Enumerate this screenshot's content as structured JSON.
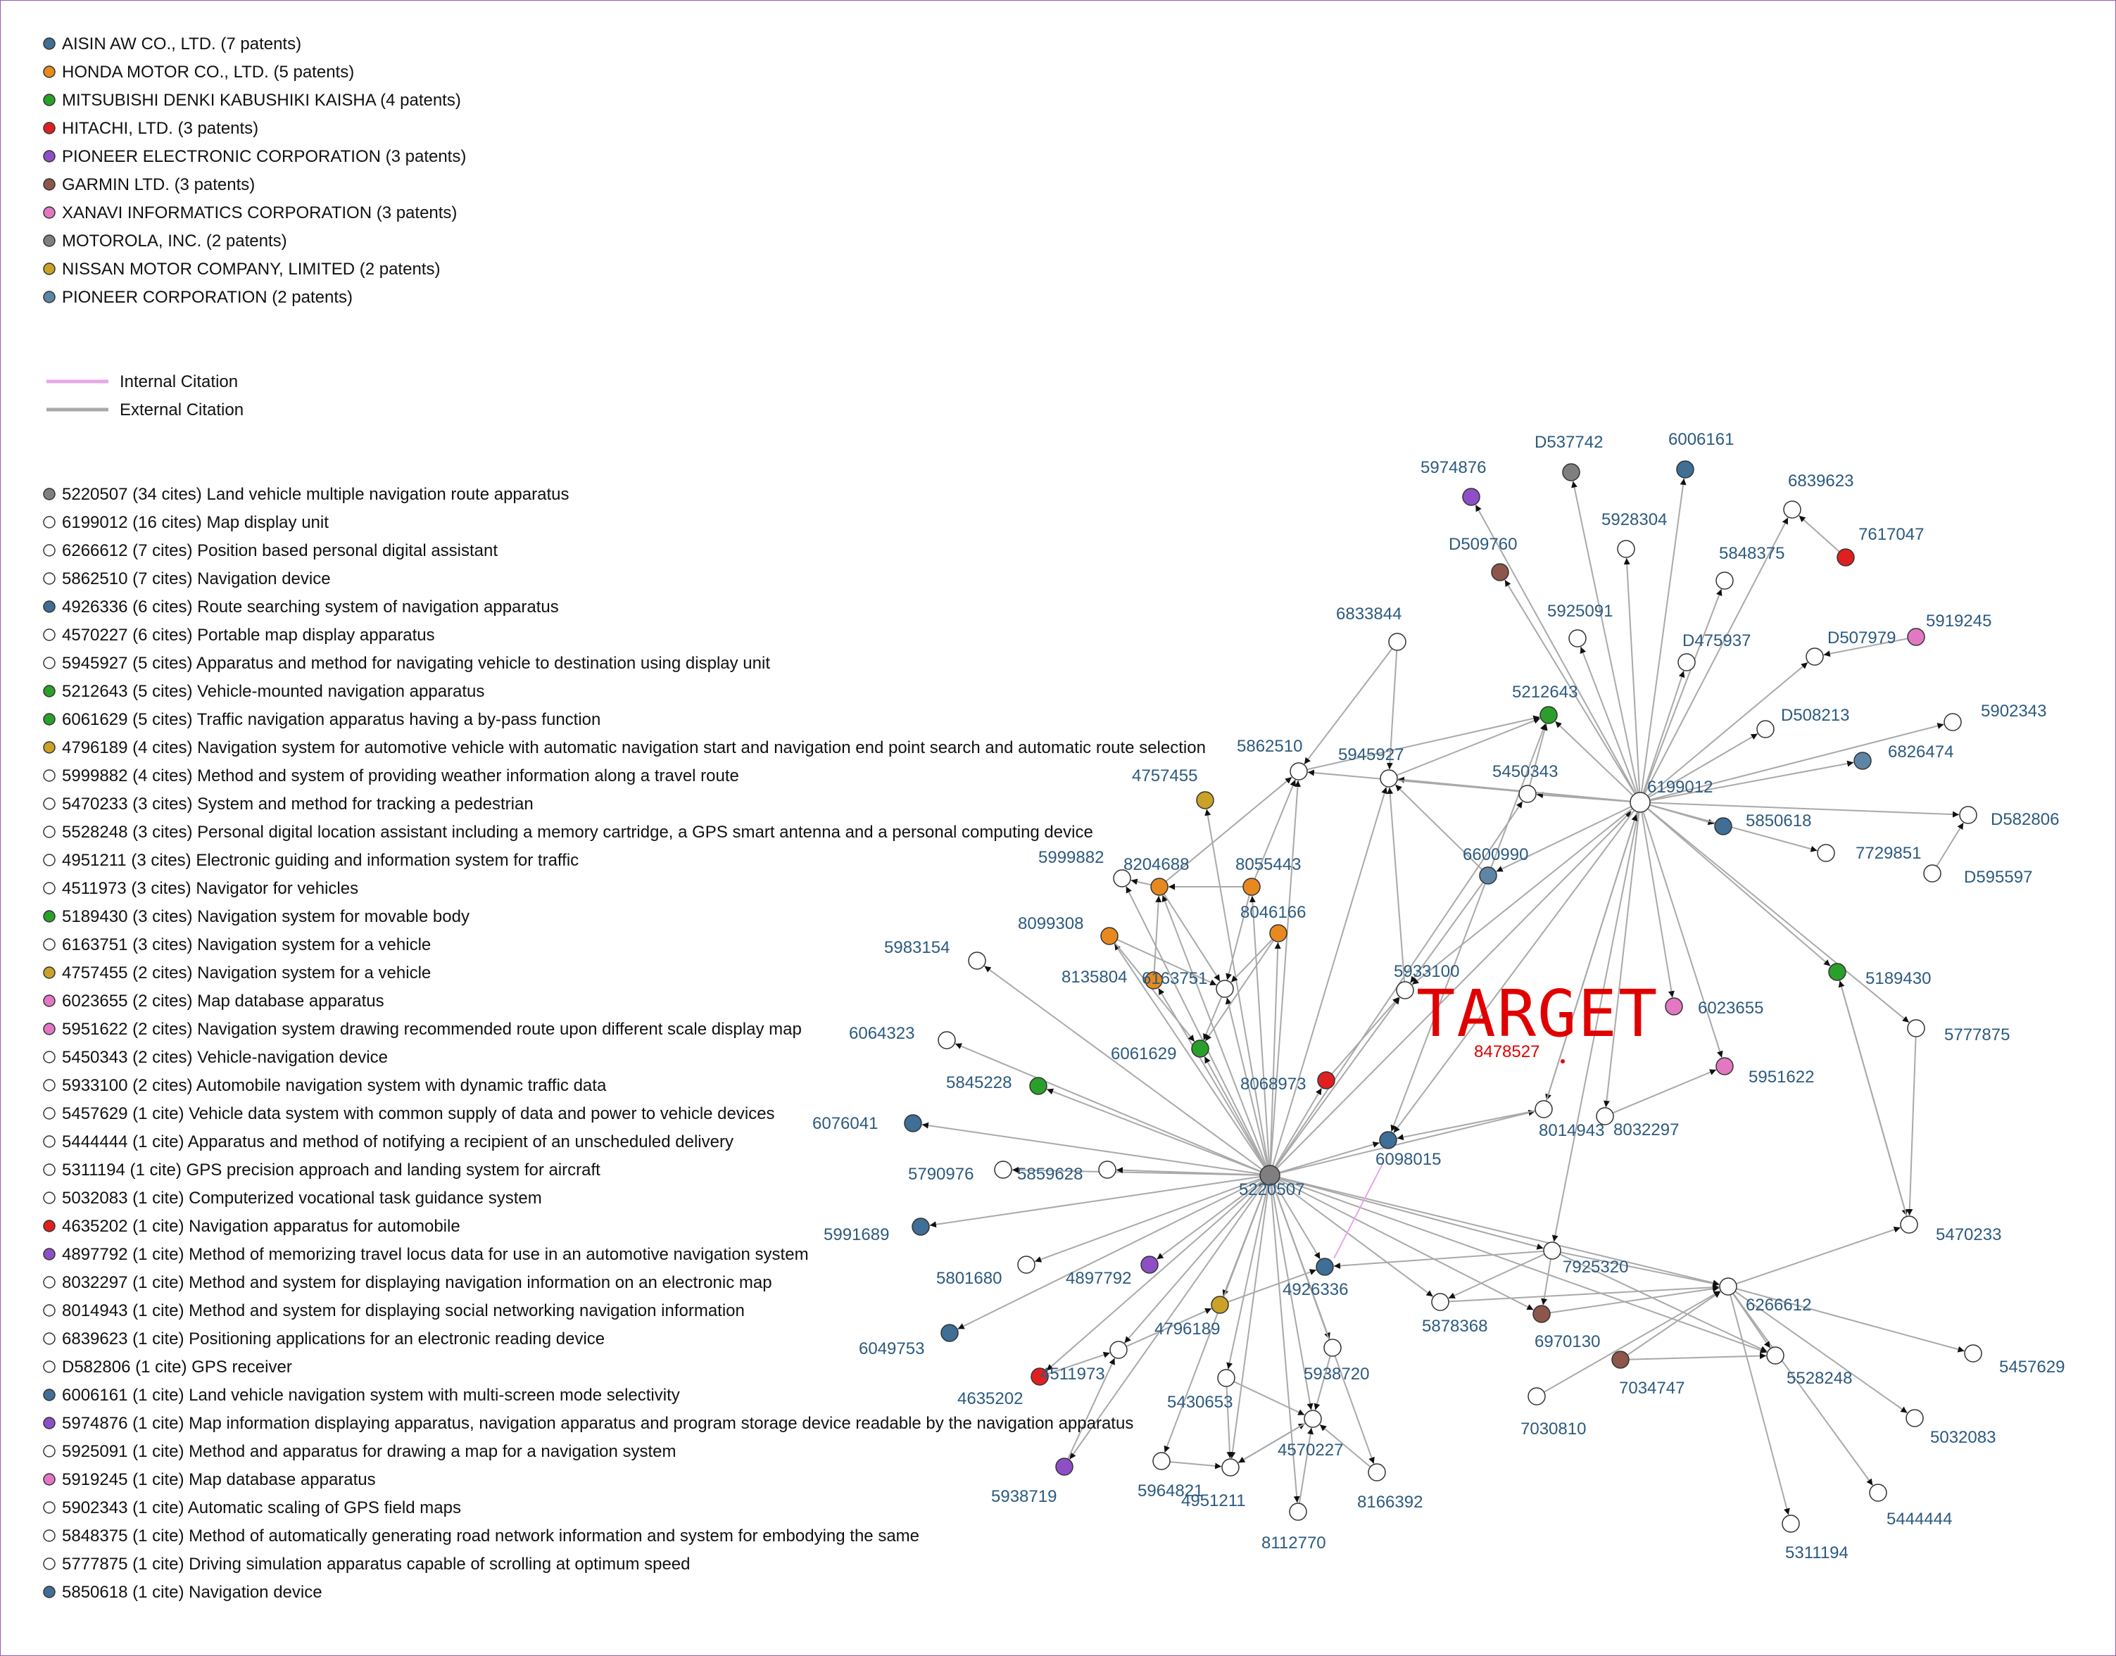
{
  "colors": {
    "aisin": "#3f6e96",
    "honda": "#e8891f",
    "mitsubishi": "#2aa02a",
    "hitachi": "#e02020",
    "pioneer_electronic": "#8e4fc6",
    "garmin": "#8c564b",
    "xanavi": "#e377c2",
    "motorola": "#7f7f7f",
    "nissan": "#c9a227",
    "pioneer_corp": "#5d86a6",
    "none": "#ffffff",
    "internal": "#e8a6e8",
    "external": "#a9a9a9",
    "target": "#e00000"
  },
  "assignee_legend": [
    {
      "label": "AISIN AW CO., LTD. (7 patents)",
      "color": "aisin"
    },
    {
      "label": "HONDA MOTOR CO., LTD. (5 patents)",
      "color": "honda"
    },
    {
      "label": "MITSUBISHI DENKI KABUSHIKI KAISHA (4 patents)",
      "color": "mitsubishi"
    },
    {
      "label": "HITACHI, LTD. (3 patents)",
      "color": "hitachi"
    },
    {
      "label": "PIONEER ELECTRONIC CORPORATION (3 patents)",
      "color": "pioneer_electronic"
    },
    {
      "label": "GARMIN LTD. (3 patents)",
      "color": "garmin"
    },
    {
      "label": "XANAVI INFORMATICS CORPORATION (3 patents)",
      "color": "xanavi"
    },
    {
      "label": "MOTOROLA, INC. (2 patents)",
      "color": "motorola"
    },
    {
      "label": "NISSAN MOTOR COMPANY, LIMITED (2 patents)",
      "color": "nissan"
    },
    {
      "label": "PIONEER CORPORATION (2 patents)",
      "color": "pioneer_corp"
    }
  ],
  "citation_legend": [
    {
      "label": "Internal Citation",
      "color": "internal"
    },
    {
      "label": "External Citation",
      "color": "external"
    }
  ],
  "patent_list": [
    {
      "label": "5220507 (34 cites) Land vehicle multiple navigation route apparatus",
      "color": "motorola"
    },
    {
      "label": "6199012 (16 cites) Map display unit",
      "color": "none"
    },
    {
      "label": "6266612 (7 cites) Position based personal digital assistant",
      "color": "none"
    },
    {
      "label": "5862510 (7 cites) Navigation device",
      "color": "none"
    },
    {
      "label": "4926336 (6 cites) Route searching system of navigation apparatus",
      "color": "aisin"
    },
    {
      "label": "4570227 (6 cites) Portable map display apparatus",
      "color": "none"
    },
    {
      "label": "5945927 (5 cites) Apparatus and method for navigating vehicle to destination using display unit",
      "color": "none"
    },
    {
      "label": "5212643 (5 cites) Vehicle-mounted navigation apparatus",
      "color": "mitsubishi"
    },
    {
      "label": "6061629 (5 cites) Traffic navigation apparatus having a by-pass function",
      "color": "mitsubishi"
    },
    {
      "label": "4796189 (4 cites) Navigation system for automotive vehicle with automatic navigation start and navigation end point search and automatic route selection",
      "color": "nissan"
    },
    {
      "label": "5999882 (4 cites) Method and system of providing weather information along a travel route",
      "color": "none"
    },
    {
      "label": "5470233 (3 cites) System and method for tracking a pedestrian",
      "color": "none"
    },
    {
      "label": "5528248 (3 cites) Personal digital location assistant including a memory cartridge, a GPS smart antenna and a personal computing device",
      "color": "none"
    },
    {
      "label": "4951211 (3 cites) Electronic guiding and information system for traffic",
      "color": "none"
    },
    {
      "label": "4511973 (3 cites) Navigator for vehicles",
      "color": "none"
    },
    {
      "label": "5189430 (3 cites) Navigation system for movable body",
      "color": "mitsubishi"
    },
    {
      "label": "6163751 (3 cites) Navigation system for a vehicle",
      "color": "none"
    },
    {
      "label": "4757455 (2 cites) Navigation system for a vehicle",
      "color": "nissan"
    },
    {
      "label": "6023655 (2 cites) Map database apparatus",
      "color": "xanavi"
    },
    {
      "label": "5951622 (2 cites) Navigation system drawing recommended route upon different scale display map",
      "color": "xanavi"
    },
    {
      "label": "5450343 (2 cites) Vehicle-navigation device",
      "color": "none"
    },
    {
      "label": "5933100 (2 cites) Automobile navigation system with dynamic traffic data",
      "color": "none"
    },
    {
      "label": "5457629 (1 cite) Vehicle data system with common supply of data and power to vehicle devices",
      "color": "none"
    },
    {
      "label": "5444444 (1 cite) Apparatus and method of notifying a recipient of an unscheduled delivery",
      "color": "none"
    },
    {
      "label": "5311194 (1 cite) GPS precision approach and landing system for aircraft",
      "color": "none"
    },
    {
      "label": "5032083 (1 cite) Computerized vocational task guidance system",
      "color": "none"
    },
    {
      "label": "4635202 (1 cite) Navigation apparatus for automobile",
      "color": "hitachi"
    },
    {
      "label": "4897792 (1 cite) Method of memorizing travel locus data for use in an automotive navigation system",
      "color": "pioneer_electronic"
    },
    {
      "label": "8032297 (1 cite) Method and system for displaying navigation information on an electronic map",
      "color": "none"
    },
    {
      "label": "8014943 (1 cite) Method and system for displaying social networking navigation information",
      "color": "none"
    },
    {
      "label": "6839623 (1 cite) Positioning applications for an electronic reading device",
      "color": "none"
    },
    {
      "label": "D582806 (1 cite) GPS receiver",
      "color": "none"
    },
    {
      "label": "6006161 (1 cite) Land vehicle navigation system with multi-screen mode selectivity",
      "color": "aisin"
    },
    {
      "label": "5974876 (1 cite) Map information displaying apparatus, navigation apparatus and program storage device readable by the navigation apparatus",
      "color": "pioneer_electronic"
    },
    {
      "label": "5925091 (1 cite) Method and apparatus for drawing a map for a navigation system",
      "color": "none"
    },
    {
      "label": "5919245 (1 cite) Map database apparatus",
      "color": "xanavi"
    },
    {
      "label": "5902343 (1 cite) Automatic scaling of GPS field maps",
      "color": "none"
    },
    {
      "label": "5848375 (1 cite) Method of automatically generating road network information and system for embodying the same",
      "color": "none"
    },
    {
      "label": "5777875 (1 cite) Driving simulation apparatus capable of scrolling at optimum speed",
      "color": "none"
    },
    {
      "label": "5850618 (1 cite) Navigation device",
      "color": "aisin"
    }
  ],
  "target": {
    "id": "8478527",
    "big_label": "TARGET"
  },
  "nodes": [
    {
      "id": "5220507",
      "color": "motorola"
    },
    {
      "id": "6199012",
      "color": "none"
    },
    {
      "id": "6266612",
      "color": "none"
    },
    {
      "id": "5862510",
      "color": "none"
    },
    {
      "id": "5945927",
      "color": "none"
    },
    {
      "id": "5450343",
      "color": "none"
    },
    {
      "id": "5212643",
      "color": "mitsubishi"
    },
    {
      "id": "6833844",
      "color": "none"
    },
    {
      "id": "5974876",
      "color": "pioneer_electronic"
    },
    {
      "id": "D537742",
      "color": "motorola"
    },
    {
      "id": "6006161",
      "color": "aisin"
    },
    {
      "id": "5928304",
      "color": "none"
    },
    {
      "id": "D509760",
      "color": "garmin"
    },
    {
      "id": "5925091",
      "color": "none"
    },
    {
      "id": "5848375",
      "color": "none"
    },
    {
      "id": "6839623",
      "color": "none"
    },
    {
      "id": "7617047",
      "color": "hitachi"
    },
    {
      "id": "D475937",
      "color": "none"
    },
    {
      "id": "D507979",
      "color": "none"
    },
    {
      "id": "5919245",
      "color": "xanavi"
    },
    {
      "id": "D508213",
      "color": "none"
    },
    {
      "id": "5902343",
      "color": "none"
    },
    {
      "id": "6826474",
      "color": "pioneer_corp"
    },
    {
      "id": "5850618",
      "color": "aisin"
    },
    {
      "id": "7729851",
      "color": "none"
    },
    {
      "id": "D582806",
      "color": "none"
    },
    {
      "id": "D595597",
      "color": "none"
    },
    {
      "id": "4757455",
      "color": "nissan"
    },
    {
      "id": "5999882",
      "color": "none"
    },
    {
      "id": "8204688",
      "color": "honda"
    },
    {
      "id": "8055443",
      "color": "honda"
    },
    {
      "id": "8046166",
      "color": "honda"
    },
    {
      "id": "8099308",
      "color": "honda"
    },
    {
      "id": "8135804",
      "color": "honda"
    },
    {
      "id": "6163751",
      "color": "none"
    },
    {
      "id": "6600990",
      "color": "pioneer_corp"
    },
    {
      "id": "5933100",
      "color": "none"
    },
    {
      "id": "5983154",
      "color": "none"
    },
    {
      "id": "6061629",
      "color": "mitsubishi"
    },
    {
      "id": "6064323",
      "color": "none"
    },
    {
      "id": "5845228",
      "color": "mitsubishi"
    },
    {
      "id": "8068973",
      "color": "hitachi"
    },
    {
      "id": "6098015",
      "color": "aisin"
    },
    {
      "id": "6023655",
      "color": "xanavi"
    },
    {
      "id": "5951622",
      "color": "xanavi"
    },
    {
      "id": "8014943",
      "color": "none"
    },
    {
      "id": "8032297",
      "color": "none"
    },
    {
      "id": "6076041",
      "color": "aisin"
    },
    {
      "id": "5790976",
      "color": "none"
    },
    {
      "id": "5859628",
      "color": "none"
    },
    {
      "id": "5189430",
      "color": "mitsubishi"
    },
    {
      "id": "5777875",
      "color": "none"
    },
    {
      "id": "5470233",
      "color": "none"
    },
    {
      "id": "5991689",
      "color": "aisin"
    },
    {
      "id": "5801680",
      "color": "none"
    },
    {
      "id": "4897792",
      "color": "pioneer_electronic"
    },
    {
      "id": "4926336",
      "color": "aisin"
    },
    {
      "id": "7925320",
      "color": "none"
    },
    {
      "id": "4796189",
      "color": "nissan"
    },
    {
      "id": "5878368",
      "color": "none"
    },
    {
      "id": "6970130",
      "color": "garmin"
    },
    {
      "id": "7034747",
      "color": "garmin"
    },
    {
      "id": "5528248",
      "color": "none"
    },
    {
      "id": "5457629",
      "color": "none"
    },
    {
      "id": "6049753",
      "color": "aisin"
    },
    {
      "id": "4635202",
      "color": "hitachi"
    },
    {
      "id": "4511973",
      "color": "none"
    },
    {
      "id": "5430653",
      "color": "none"
    },
    {
      "id": "5938720",
      "color": "none"
    },
    {
      "id": "4570227",
      "color": "none"
    },
    {
      "id": "7030810",
      "color": "none"
    },
    {
      "id": "5032083",
      "color": "none"
    },
    {
      "id": "5444444",
      "color": "none"
    },
    {
      "id": "5311194",
      "color": "none"
    },
    {
      "id": "5938719",
      "color": "pioneer_electronic"
    },
    {
      "id": "5964821",
      "color": "none"
    },
    {
      "id": "4951211",
      "color": "none"
    },
    {
      "id": "8166392",
      "color": "none"
    },
    {
      "id": "8112770",
      "color": "none"
    }
  ]
}
